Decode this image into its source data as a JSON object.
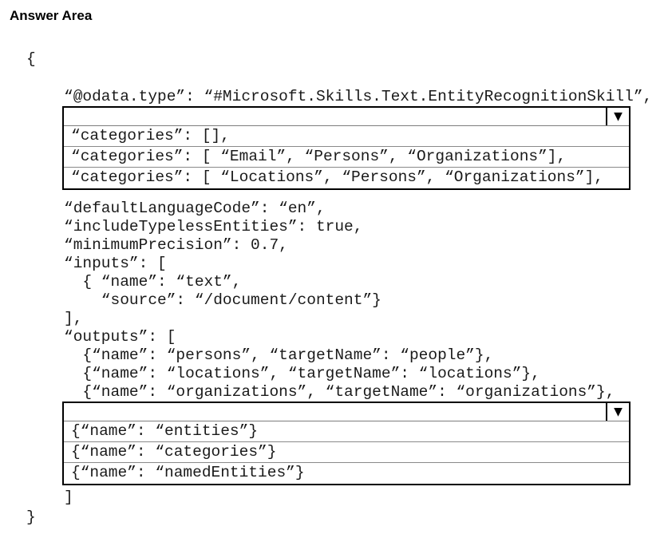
{
  "title": "Answer Area",
  "json_doc": {
    "open_brace": "{",
    "close_brace": "}",
    "close_bracket": "]",
    "odata_line": "“@odata.type”: “#Microsoft.Skills.Text.EntityRecognitionSkill”,",
    "body_lines": [
      "“defaultLanguageCode”: “en”,",
      "“includeTypelessEntities”: true,",
      "“minimumPrecision”: 0.7,",
      "“inputs”: [",
      "  { “name”: “text”,",
      "    “source”: “/document/content”}",
      "],",
      "“outputs”: [",
      "  {“name”: “persons”, “targetName”: “people”},",
      "  {“name”: “locations”, “targetName”: “locations”},",
      "  {“name”: “organizations”, “targetName”: “organizations”},"
    ]
  },
  "dropdowns": [
    {
      "label": "categories-dropdown",
      "selected": "",
      "caret": "▼",
      "options": [
        "“categories”: [],",
        "“categories”: [ “Email”, “Persons”, “Organizations”],",
        "“categories”: [ “Locations”, “Persons”, “Organizations”],"
      ]
    },
    {
      "label": "outputs-name-dropdown",
      "selected": "",
      "caret": "▼",
      "options": [
        "{“name”: “entities”}",
        "{“name”: “categories”}",
        "{“name”: “namedEntities”}"
      ]
    }
  ]
}
